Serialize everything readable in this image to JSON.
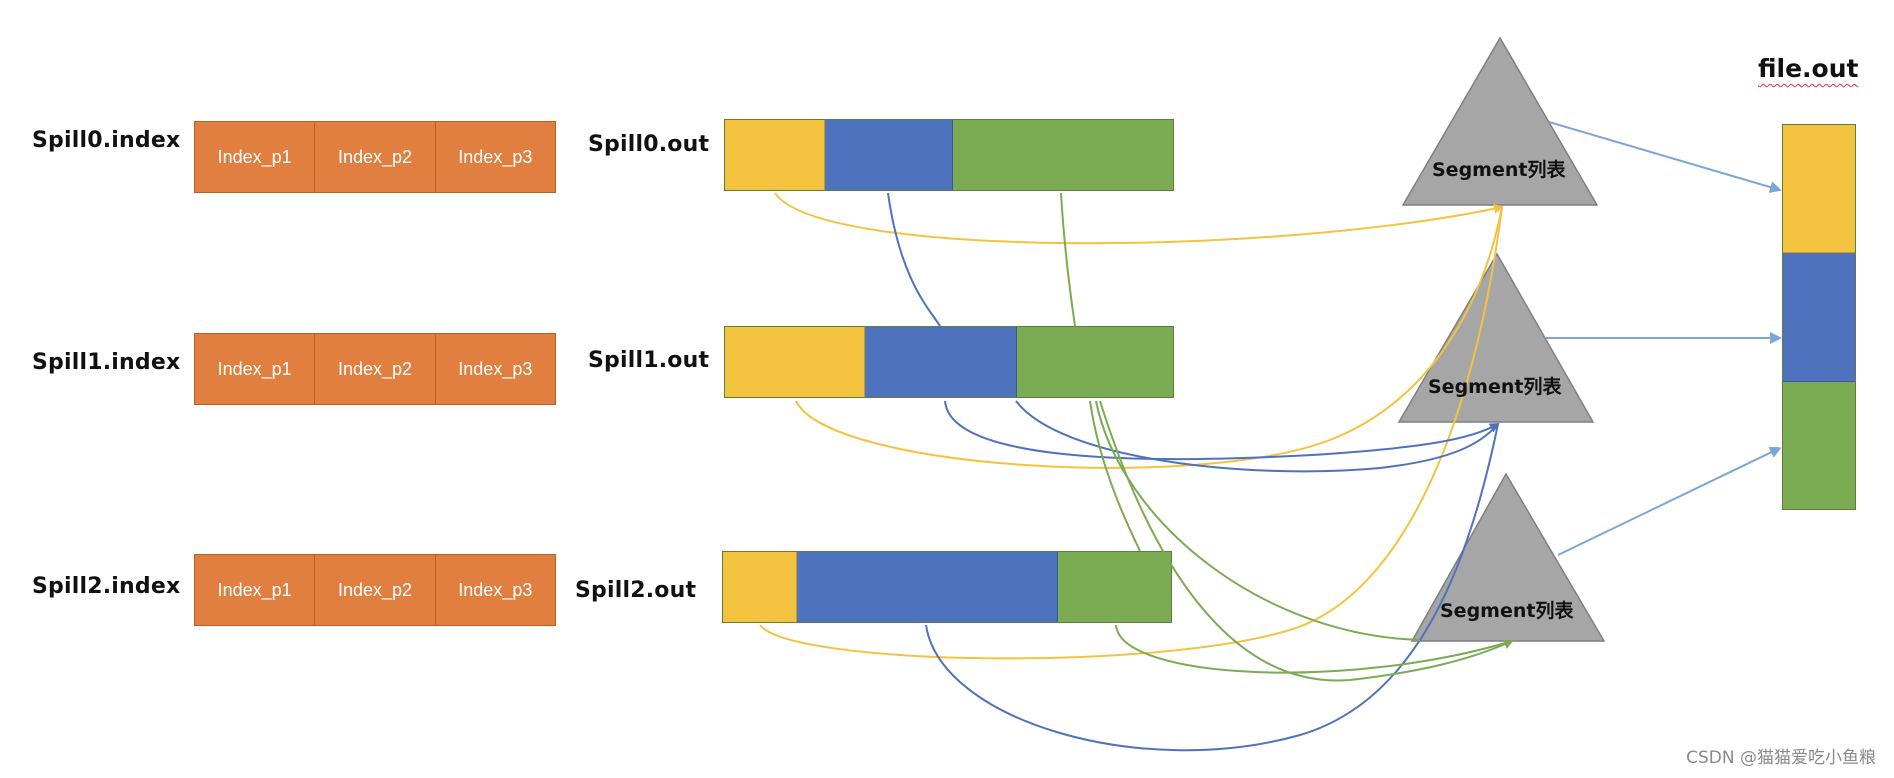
{
  "spills": [
    {
      "index_label": "Spill0.index",
      "out_label": "Spill0.out",
      "index_cells": [
        "Index_p1",
        "Index_p2",
        "Index_p3"
      ],
      "partitions": [
        {
          "color": "yellow",
          "size": 100
        },
        {
          "color": "blue",
          "size": 128
        },
        {
          "color": "green",
          "size": 220
        }
      ]
    },
    {
      "index_label": "Spill1.index",
      "out_label": "Spill1.out",
      "index_cells": [
        "Index_p1",
        "Index_p2",
        "Index_p3"
      ],
      "partitions": [
        {
          "color": "yellow",
          "size": 140
        },
        {
          "color": "blue",
          "size": 152
        },
        {
          "color": "green",
          "size": 156
        }
      ]
    },
    {
      "index_label": "Spill2.index",
      "out_label": "Spill2.out",
      "index_cells": [
        "Index_p1",
        "Index_p2",
        "Index_p3"
      ],
      "partitions": [
        {
          "color": "yellow",
          "size": 74
        },
        {
          "color": "blue",
          "size": 262
        },
        {
          "color": "green",
          "size": 114
        }
      ]
    }
  ],
  "segments": [
    {
      "label": "Segment列表"
    },
    {
      "label": "Segment列表"
    },
    {
      "label": "Segment列表"
    }
  ],
  "file": {
    "title": "file.out",
    "partitions": [
      "yellow",
      "blue",
      "green"
    ]
  },
  "watermark": "CSDN @猫猫爱吃小鱼粮",
  "colors": {
    "index": "#e07f3f",
    "yellow": "#f3c33f",
    "blue": "#4f72be",
    "green": "#7bab52",
    "segment": "#a6a6a6",
    "arrow_to_file": "#7aa6d8"
  }
}
